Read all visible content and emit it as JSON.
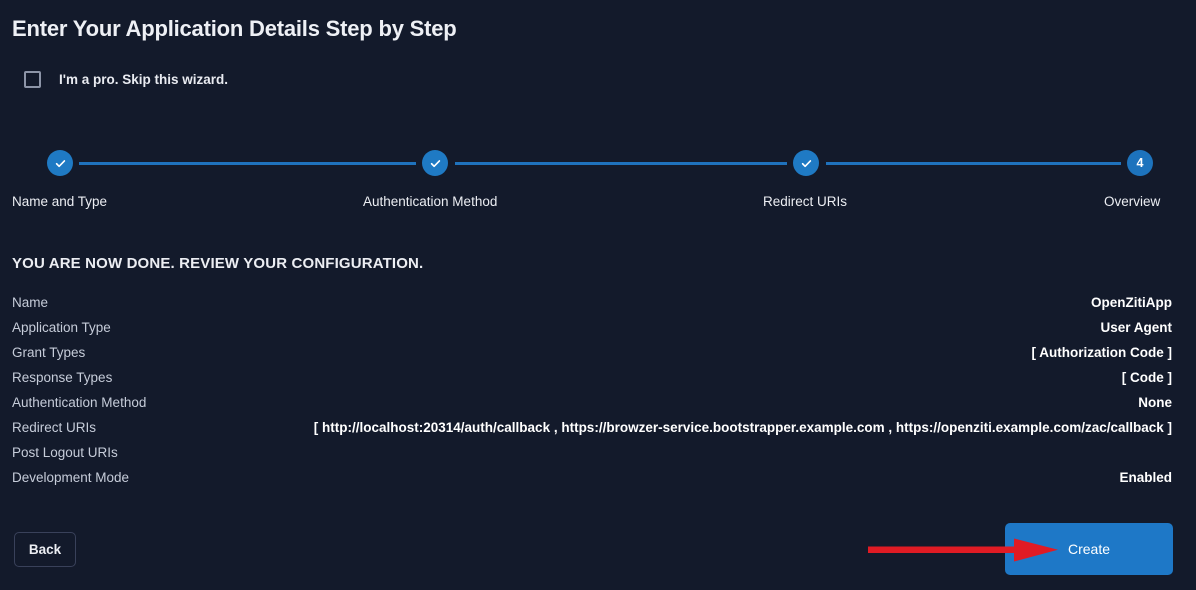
{
  "page": {
    "title": "Enter Your Application Details Step by Step",
    "background_color": "#131A2B",
    "accent_color": "#1F7AC4",
    "annotation_color": "#E01B24"
  },
  "skip_wizard": {
    "label": "I'm a pro. Skip this wizard.",
    "checked": false
  },
  "stepper": {
    "current_step": 4,
    "steps": [
      {
        "number": "1",
        "label": "Name and Type",
        "state": "complete",
        "icon": "check-icon"
      },
      {
        "number": "2",
        "label": "Authentication Method",
        "state": "complete",
        "icon": "check-icon"
      },
      {
        "number": "3",
        "label": "Redirect URIs",
        "state": "complete",
        "icon": "check-icon"
      },
      {
        "number": "4",
        "label": "Overview",
        "state": "active",
        "icon": "step-number"
      }
    ]
  },
  "summary": {
    "heading": "YOU ARE NOW DONE. REVIEW YOUR CONFIGURATION.",
    "rows": [
      {
        "label": "Name",
        "value": "OpenZitiApp"
      },
      {
        "label": "Application Type",
        "value": "User Agent"
      },
      {
        "label": "Grant Types",
        "value": "[ Authorization Code ]"
      },
      {
        "label": "Response Types",
        "value": "[ Code ]"
      },
      {
        "label": "Authentication Method",
        "value": "None"
      },
      {
        "label": "Redirect URIs",
        "value": "[ http://localhost:20314/auth/callback , https://browzer-service.bootstrapper.example.com , https://openziti.example.com/zac/callback ]"
      },
      {
        "label": "Post Logout URIs",
        "value": ""
      },
      {
        "label": "Development Mode",
        "value": "Enabled"
      }
    ]
  },
  "footer": {
    "back_label": "Back",
    "create_label": "Create"
  }
}
